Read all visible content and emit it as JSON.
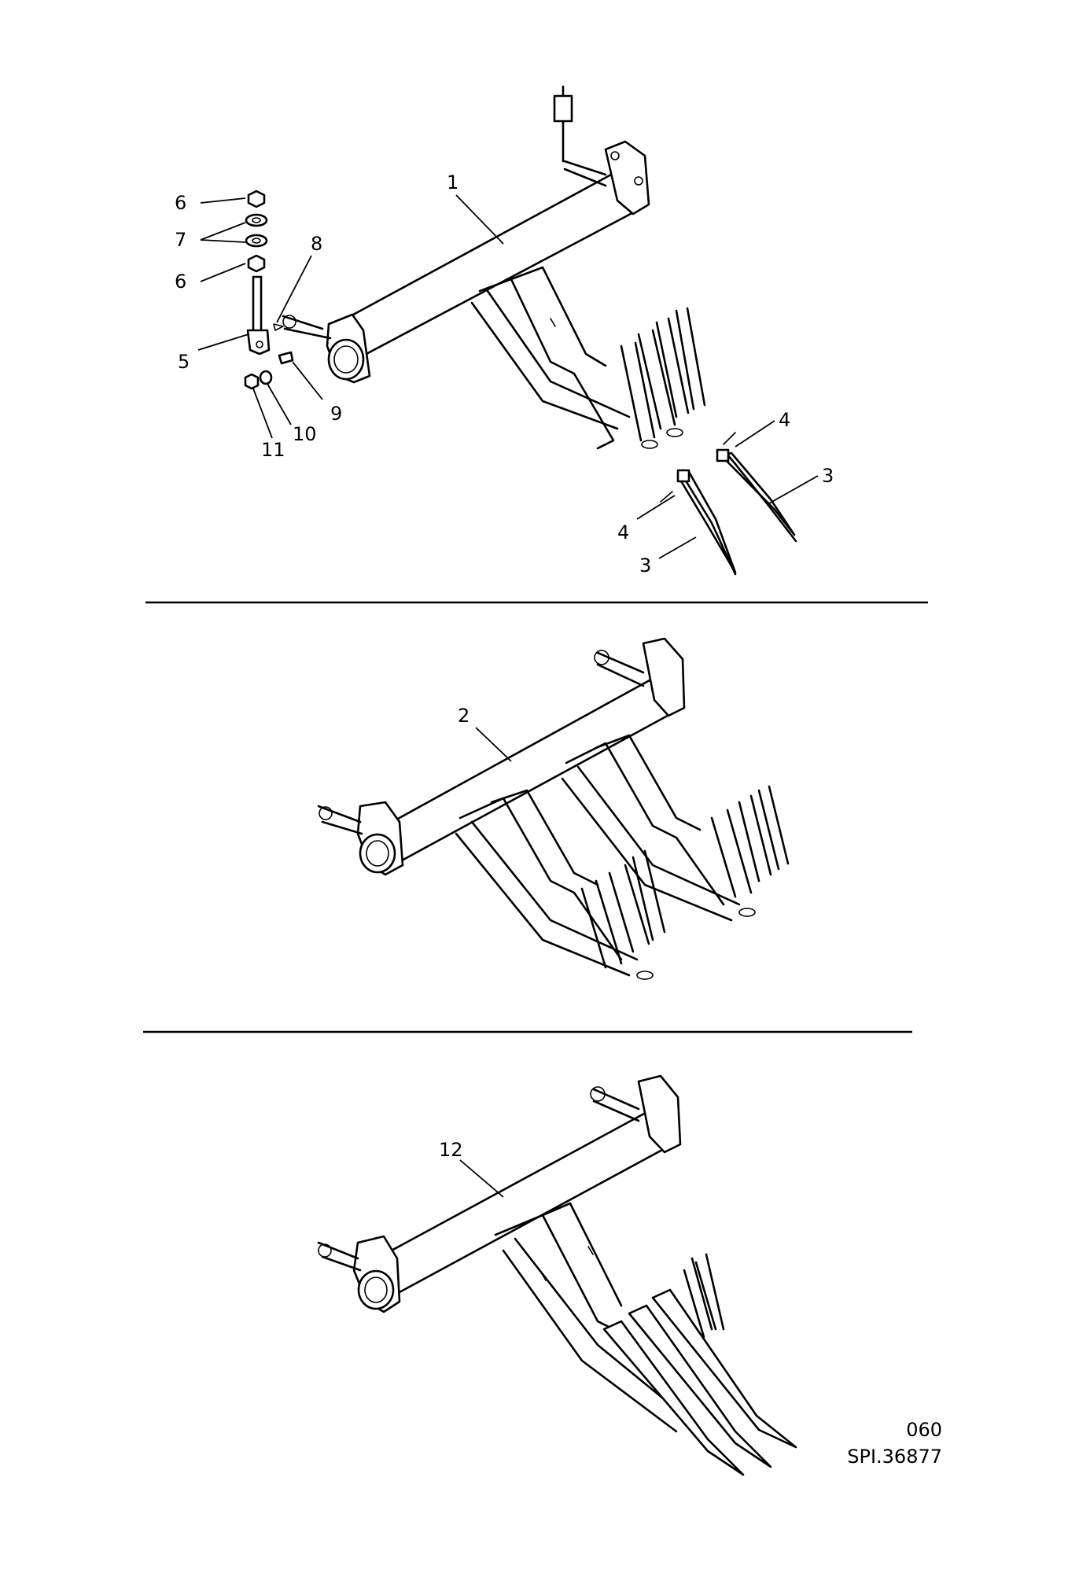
{
  "callouts": {
    "top": {
      "frame": "1",
      "tine": "3",
      "tine_lower": "3",
      "pin_right": "4",
      "pin_left": "4",
      "bracket": "5",
      "nut_top": "6",
      "nut_lower": "6",
      "washers": "7",
      "clip": "8",
      "bolt": "9",
      "washer_small": "10",
      "nut_small": "11"
    },
    "middle": {
      "frame": "2"
    },
    "bottom": {
      "frame": "12"
    }
  },
  "reference": {
    "page": "060",
    "code": "SPI.36877"
  }
}
